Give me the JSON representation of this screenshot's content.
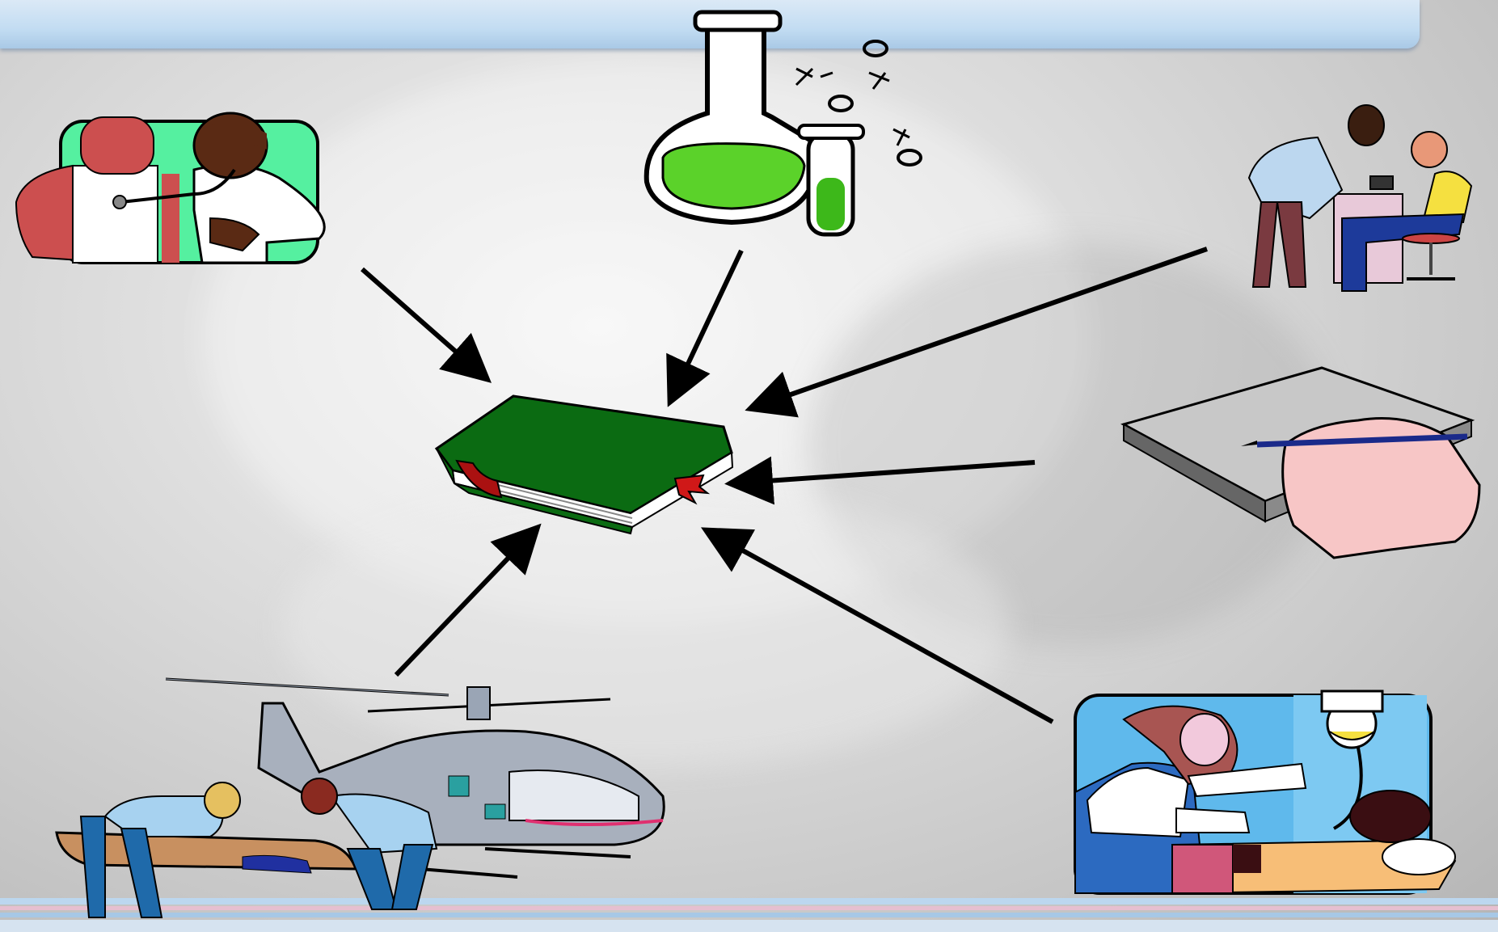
{
  "slide": {
    "background_colors": {
      "base": "#d9d9d9",
      "title_bar": "#c2dcf2",
      "stripe_blue": "#a9cbe8",
      "stripe_pink": "#e8b9c8"
    }
  },
  "diagram": {
    "center": {
      "icon": "book-icon",
      "color": "#0b6b12"
    },
    "sources": [
      {
        "id": "doctor-patient",
        "icon": "doctor-stethoscope-icon"
      },
      {
        "id": "laboratory",
        "icon": "flask-test-tube-icon"
      },
      {
        "id": "blood-pressure",
        "icon": "blood-pressure-exam-icon"
      },
      {
        "id": "notes",
        "icon": "hand-writing-notebook-icon"
      },
      {
        "id": "emergency-rescue",
        "icon": "helicopter-stretcher-icon"
      },
      {
        "id": "xray-exam",
        "icon": "radiology-exam-icon"
      }
    ],
    "arrow_color": "#000000"
  }
}
